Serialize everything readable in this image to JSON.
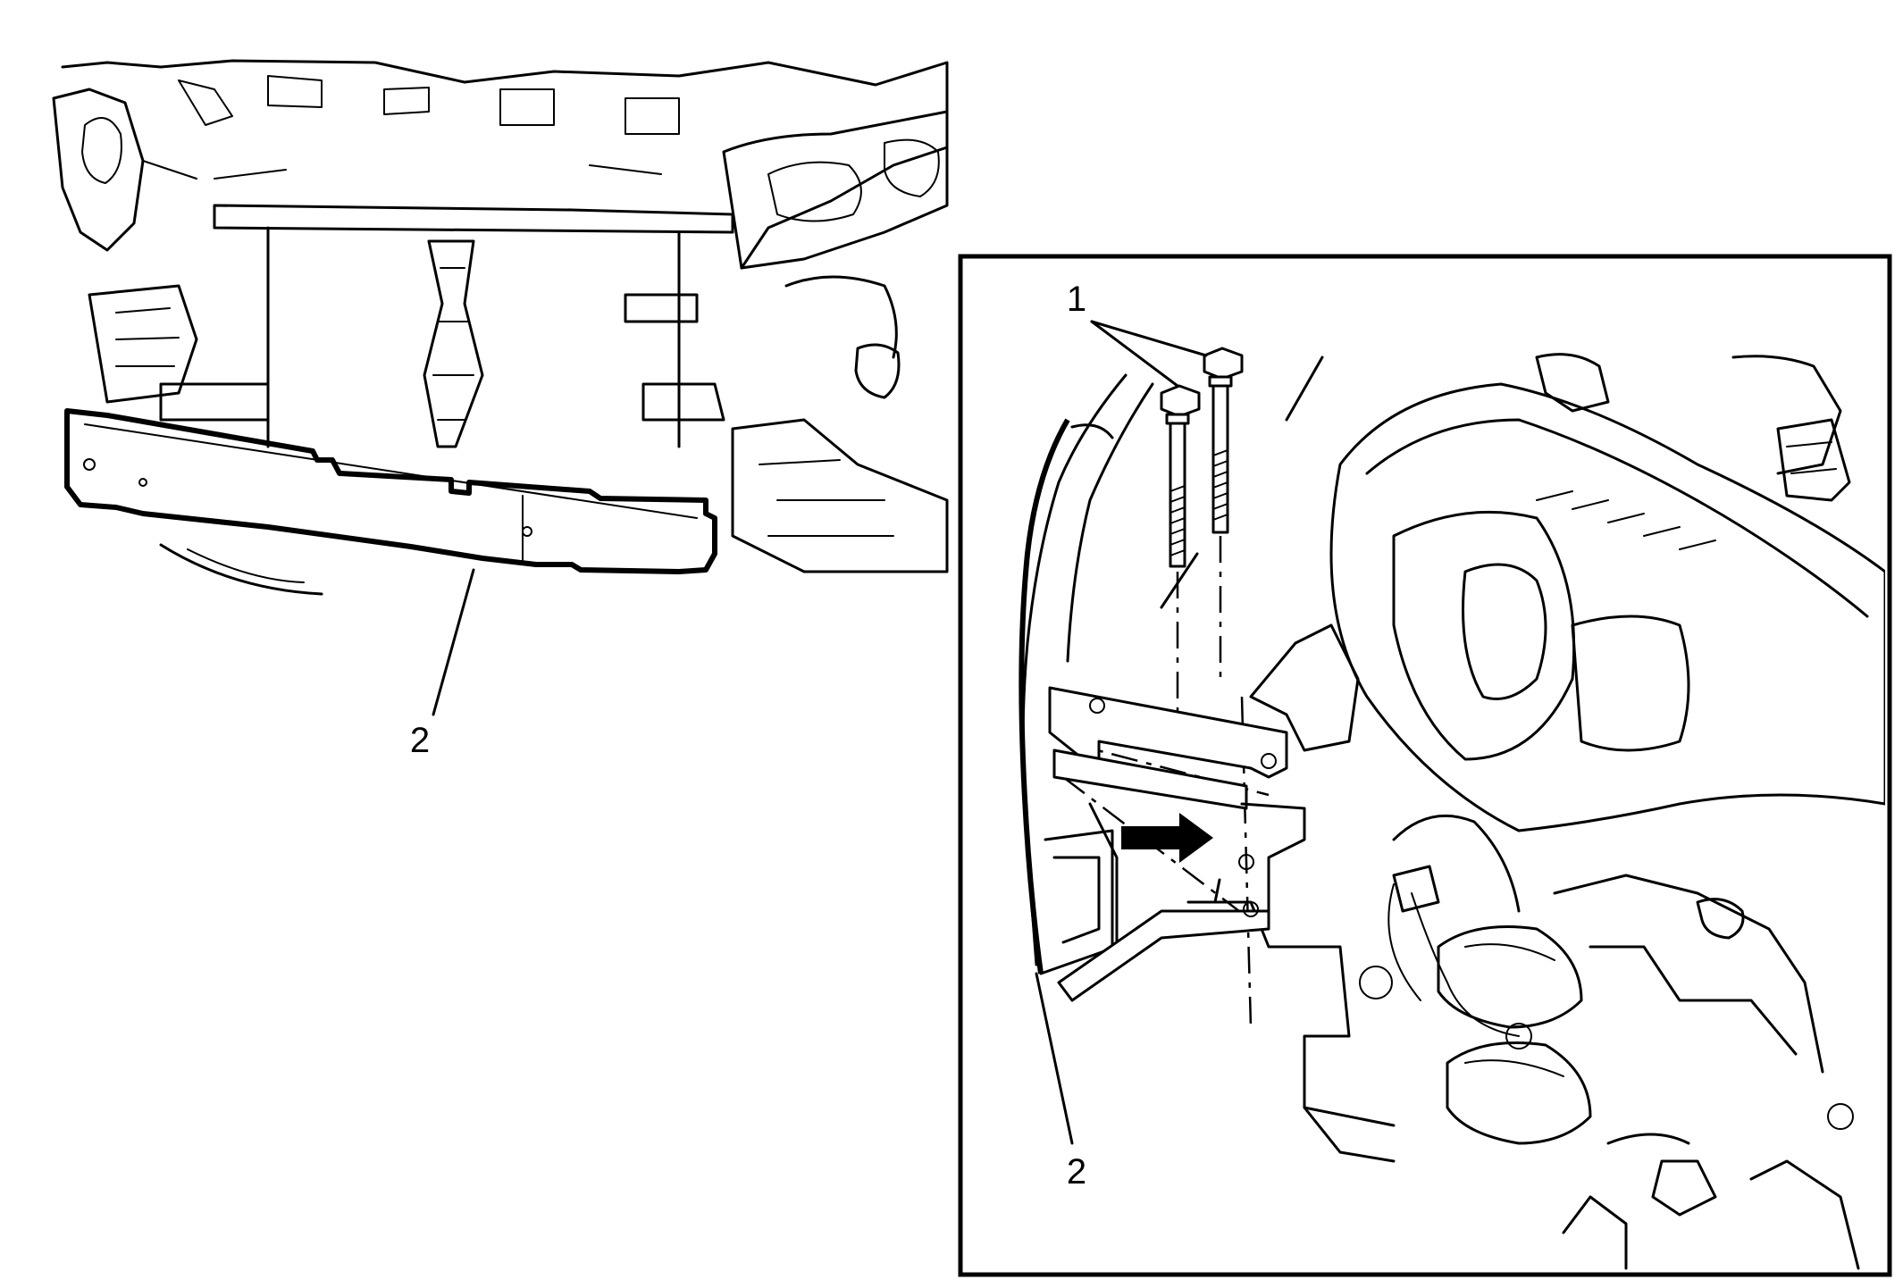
{
  "main_view": {
    "callout_2": "2"
  },
  "detail_view": {
    "callout_1": "1",
    "callout_2": "2"
  }
}
